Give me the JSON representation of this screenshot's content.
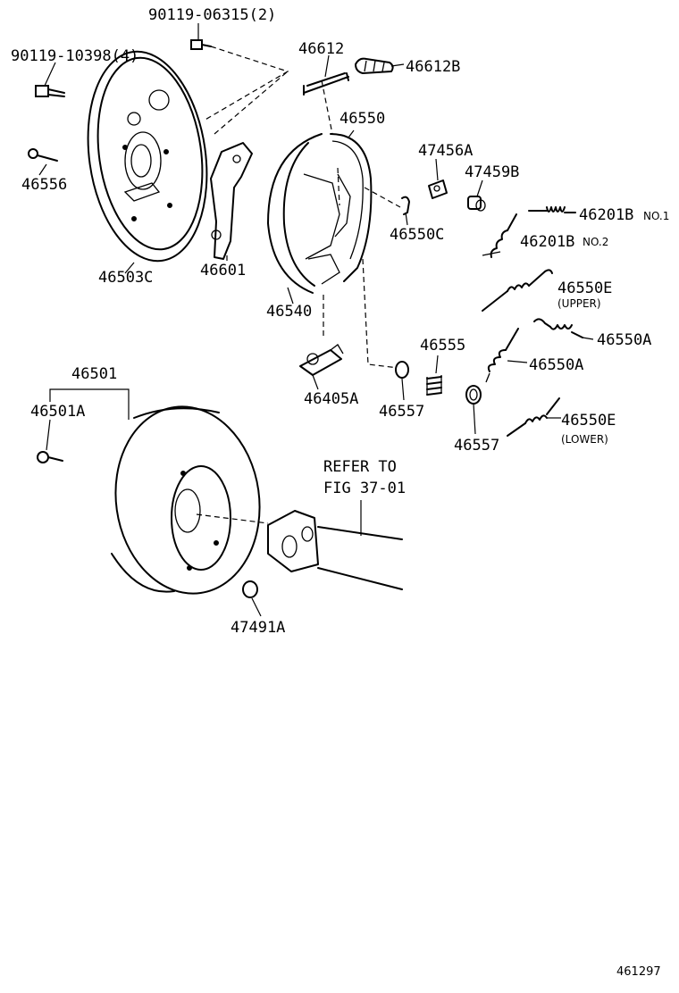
{
  "labels": {
    "p90119_06315": "90119-06315(2)",
    "p90119_10398": "90119-10398(4)",
    "p46612": "46612",
    "p46612B": "46612B",
    "p46550": "46550",
    "p47456A": "47456A",
    "p47459B": "47459B",
    "p46201B_1": "46201B",
    "p46201B_1_note": "NO.1",
    "p46201B_2": "46201B",
    "p46201B_2_note": "NO.2",
    "p46556": "46556",
    "p46550C": "46550C",
    "p46503C": "46503C",
    "p46601": "46601",
    "p46550E_upper": "46550E",
    "p46550E_upper_note": "(UPPER)",
    "p46540": "46540",
    "p46550A_1": "46550A",
    "p46555": "46555",
    "p46550A_2": "46550A",
    "p46501": "46501",
    "p46405A": "46405A",
    "p46557_1": "46557",
    "p46501A": "46501A",
    "p46550E_lower": "46550E",
    "p46550E_lower_note": "(LOWER)",
    "p46557_2": "46557",
    "refer_line1": "REFER TO",
    "refer_line2": "FIG 37-01",
    "p47491A": "47491A",
    "diagram_id": "461297"
  }
}
